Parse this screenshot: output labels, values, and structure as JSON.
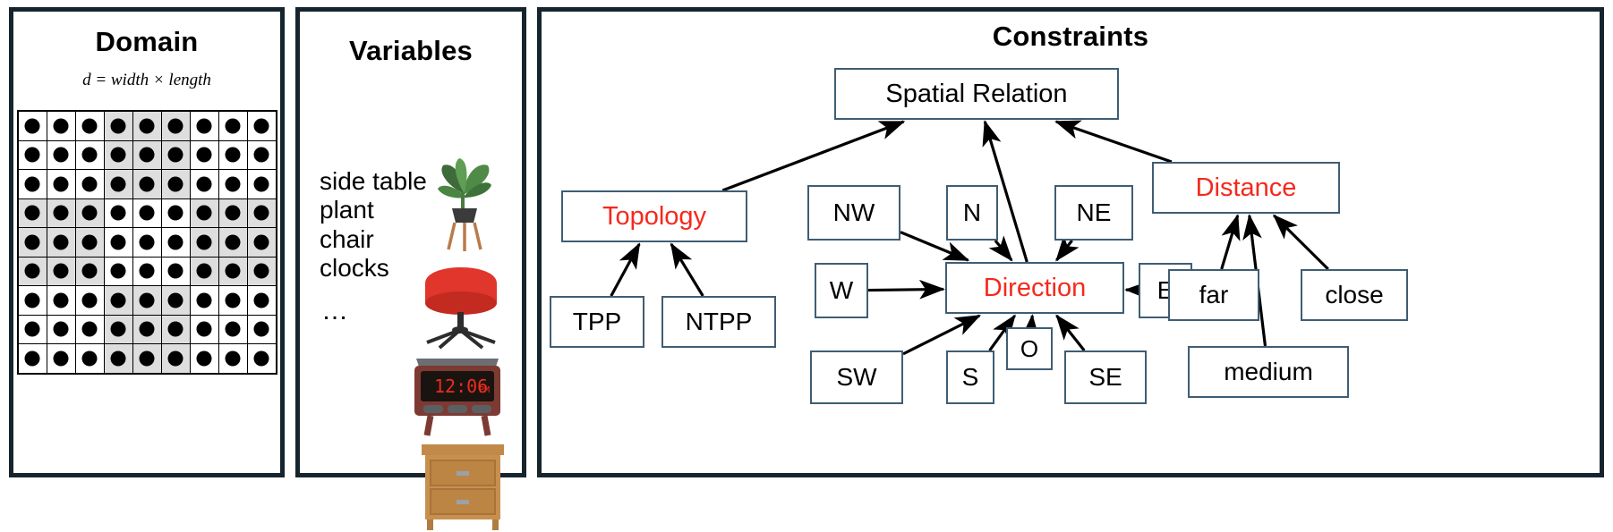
{
  "panels": {
    "domain": {
      "title": "Domain",
      "formula": "d = width × length",
      "grid": {
        "rows": 9,
        "cols": 9,
        "block": 3,
        "shaded_color": "#dedede",
        "cell_color": "#ffffff",
        "dot_color": "#000000"
      }
    },
    "variables": {
      "title": "Variables",
      "items": [
        "side table",
        "plant",
        "chair",
        "clocks"
      ],
      "ellipsis": "…",
      "thumbnails": [
        {
          "name": "plant-thumbnail"
        },
        {
          "name": "chair-thumbnail"
        },
        {
          "name": "clock-thumbnail",
          "display": "12:06",
          "meridiem": "PM"
        },
        {
          "name": "dresser-thumbnail"
        }
      ]
    },
    "constraints": {
      "title": "Constraints",
      "accent_red": "#f5291c",
      "node_border": "#3f5d73",
      "nodes": [
        {
          "id": "spatial-relation",
          "label": "Spatial Relation",
          "red": false
        },
        {
          "id": "topology",
          "label": "Topology",
          "red": true
        },
        {
          "id": "tpp",
          "label": "TPP",
          "red": false
        },
        {
          "id": "ntpp",
          "label": "NTPP",
          "red": false
        },
        {
          "id": "direction",
          "label": "Direction",
          "red": true
        },
        {
          "id": "nw",
          "label": "NW",
          "red": false
        },
        {
          "id": "n",
          "label": "N",
          "red": false
        },
        {
          "id": "ne",
          "label": "NE",
          "red": false
        },
        {
          "id": "w",
          "label": "W",
          "red": false
        },
        {
          "id": "e",
          "label": "E",
          "red": false
        },
        {
          "id": "sw",
          "label": "SW",
          "red": false
        },
        {
          "id": "s",
          "label": "S",
          "red": false
        },
        {
          "id": "o",
          "label": "O",
          "red": false
        },
        {
          "id": "se",
          "label": "SE",
          "red": false
        },
        {
          "id": "distance",
          "label": "Distance",
          "red": true
        },
        {
          "id": "far",
          "label": "far",
          "red": false
        },
        {
          "id": "close",
          "label": "close",
          "red": false
        },
        {
          "id": "medium",
          "label": "medium",
          "red": false
        }
      ],
      "edges": [
        {
          "from": "topology",
          "to": "spatial-relation"
        },
        {
          "from": "direction",
          "to": "spatial-relation"
        },
        {
          "from": "distance",
          "to": "spatial-relation"
        },
        {
          "from": "tpp",
          "to": "topology"
        },
        {
          "from": "ntpp",
          "to": "topology"
        },
        {
          "from": "nw",
          "to": "direction"
        },
        {
          "from": "n",
          "to": "direction"
        },
        {
          "from": "ne",
          "to": "direction"
        },
        {
          "from": "w",
          "to": "direction"
        },
        {
          "from": "e",
          "to": "direction"
        },
        {
          "from": "sw",
          "to": "direction"
        },
        {
          "from": "s",
          "to": "direction"
        },
        {
          "from": "o",
          "to": "direction"
        },
        {
          "from": "se",
          "to": "direction"
        },
        {
          "from": "far",
          "to": "distance"
        },
        {
          "from": "medium",
          "to": "distance"
        },
        {
          "from": "close",
          "to": "distance"
        }
      ]
    }
  }
}
